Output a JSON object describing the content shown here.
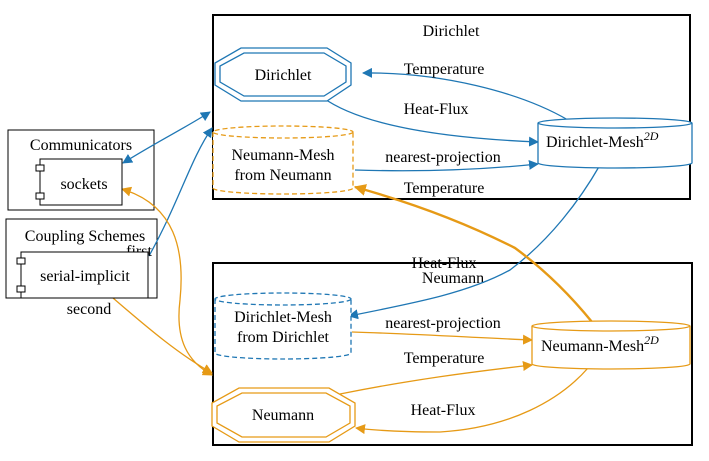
{
  "colors": {
    "blue": "#1f77b4",
    "orange": "#e69a16",
    "black": "#000000",
    "background": "#ffffff"
  },
  "clusters": {
    "dirichlet": {
      "label": "Dirichlet"
    },
    "neumann": {
      "label": "Neumann"
    },
    "communicators": {
      "label": "Communicators"
    },
    "coupling_schemes": {
      "label": "Coupling Schemes"
    }
  },
  "nodes": {
    "dirichlet_participant": {
      "label": "Dirichlet",
      "shape": "double-octagon"
    },
    "dirichlet_mesh": {
      "label": "Dirichlet-Mesh",
      "superscript": "2D",
      "shape": "cylinder"
    },
    "neumann_mesh_from_neumann": {
      "line1": "Neumann-Mesh",
      "line2": "from Neumann",
      "shape": "dashed-cylinder"
    },
    "neumann_participant": {
      "label": "Neumann",
      "shape": "double-octagon"
    },
    "neumann_mesh": {
      "label": "Neumann-Mesh",
      "superscript": "2D",
      "shape": "cylinder"
    },
    "dirichlet_mesh_from_dirichlet": {
      "line1": "Dirichlet-Mesh",
      "line2": "from Dirichlet",
      "shape": "dashed-cylinder"
    },
    "sockets": {
      "label": "sockets",
      "shape": "component"
    },
    "serial_implicit": {
      "label": "serial-implicit",
      "shape": "component"
    }
  },
  "edges": {
    "temperature_top": "Temperature",
    "heat_flux_top": "Heat-Flux",
    "nearest_projection_top": "nearest-projection",
    "temperature_cross": "Temperature",
    "heat_flux_cross": "Heat-Flux",
    "nearest_projection_bottom": "nearest-projection",
    "temperature_bottom": "Temperature",
    "heat_flux_bottom": "Heat-Flux",
    "first": "first",
    "second": "second"
  }
}
